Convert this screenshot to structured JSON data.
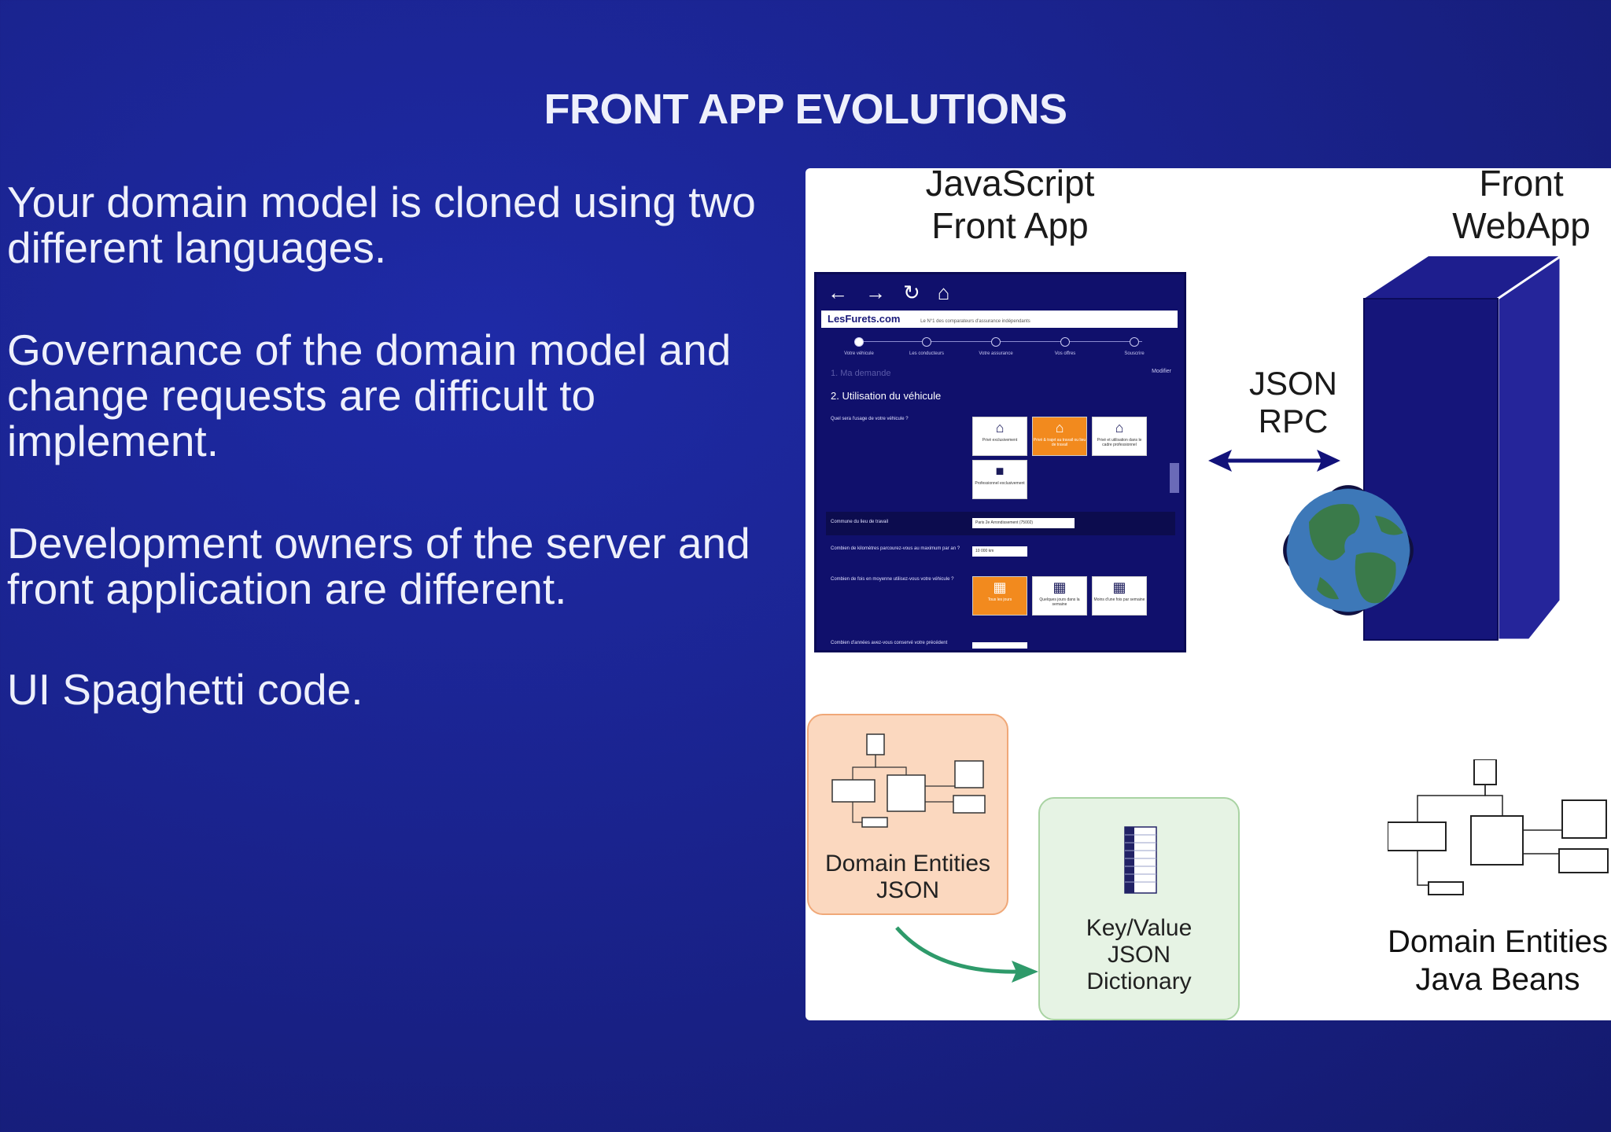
{
  "slide": {
    "title": "FRONT APP EVOLUTIONS",
    "bullets": [
      "Your domain model is cloned using two different languages.",
      "Governance of the domain model and change requests are difficult to implement.",
      "Development owners of the server and front application are different.",
      "UI Spaghetti code."
    ]
  },
  "diagram": {
    "js_app_caption_line1": "JavaScript",
    "js_app_caption_line2": "Front App",
    "webapp_caption_line1": "Front",
    "webapp_caption_line2": "WebApp",
    "rpc_line1": "JSON",
    "rpc_line2": "RPC",
    "entities_json_line1": "Domain Entities",
    "entities_json_line2": "JSON",
    "kv_line1": "Key/Value",
    "kv_line2": "JSON",
    "kv_line3": "Dictionary",
    "java_line1": "Domain Entities",
    "java_line2": "Java Beans"
  },
  "mockup": {
    "logo": "LesFurets.com",
    "tagline": "Le N°1 des comparateurs d'assurance indépendants",
    "steps": [
      "Votre véhicule",
      "Les conducteurs",
      "Votre assurance",
      "Vos offres",
      "Souscrire"
    ],
    "section_faded": "1. Ma demande",
    "back": "Modifier",
    "section": "2. Utilisation du véhicule",
    "q_usage": "Quel sera l'usage de votre véhicule ?",
    "usage_options": [
      "Privé exclusivement",
      "Privé & trajet au travail ou lieu de travail",
      "Privé et utilisation dans le cadre professionnel",
      "Professionnel exclusivement"
    ],
    "q_commune": "Commune du lieu de travail",
    "commune_value": "Paris 2e Arrondissement (75002)",
    "q_km": "Combien de kilomètres parcourez-vous au maximum par an ?",
    "km_value": "10 000 km",
    "q_freq": "Combien de fois en moyenne utilisez-vous votre véhicule ?",
    "freq_options": [
      "Tous les jours",
      "Quelques jours dans la semaine",
      "Moins d'une fois par semaine"
    ],
    "q_years": "Combien d'années avez-vous conservé votre précédent"
  },
  "colors": {
    "background": "#1a238e",
    "server": "#15157a",
    "arrow": "#12127a",
    "orange_box": "#fbd8bf",
    "green_box": "#e6f3e4",
    "curve_arrow": "#2e9a6a"
  }
}
